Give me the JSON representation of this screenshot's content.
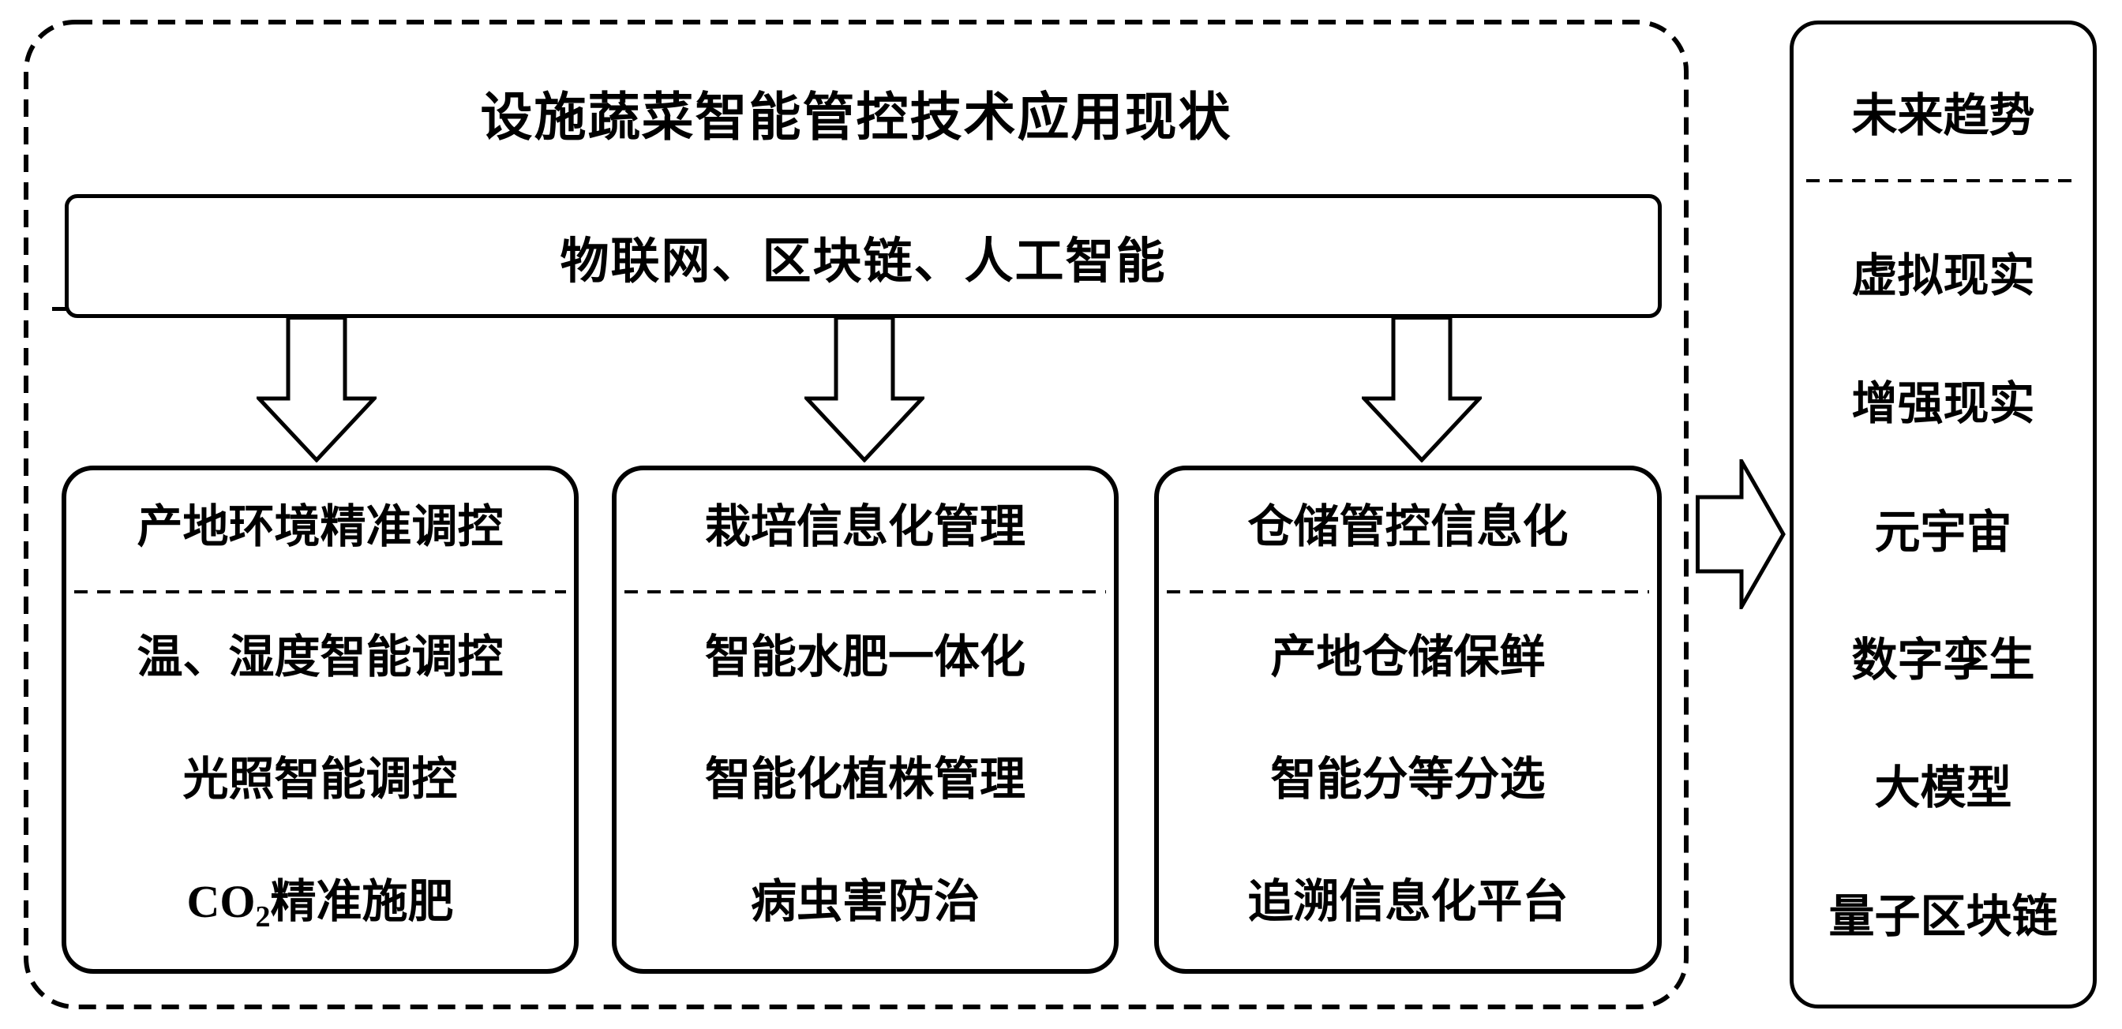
{
  "main_panel": {
    "title": "设施蔬菜智能管控技术应用现状",
    "tech_bar_label": "物联网、区块链、人工智能",
    "columns": [
      {
        "header": "产地环境精准调控",
        "items": [
          "温、湿度智能调控",
          "光照智能调控"
        ],
        "co2_item": {
          "prefix": "CO",
          "subscript": "2",
          "suffix": "精准施肥",
          "full_text": "CO2精准施肥"
        }
      },
      {
        "header": "栽培信息化管理",
        "items": [
          "智能水肥一体化",
          "智能化植株管理",
          "病虫害防治"
        ]
      },
      {
        "header": "仓储管控信息化",
        "items": [
          "产地仓储保鲜",
          "智能分等分选",
          "追溯信息化平台"
        ]
      }
    ]
  },
  "future_panel": {
    "header": "未来趋势",
    "items": [
      "虚拟现实",
      "增强现实",
      "元宇宙",
      "数字孪生",
      "大模型",
      "量子区块链"
    ]
  },
  "colors": {
    "ink": "#000000",
    "background": "#ffffff"
  }
}
